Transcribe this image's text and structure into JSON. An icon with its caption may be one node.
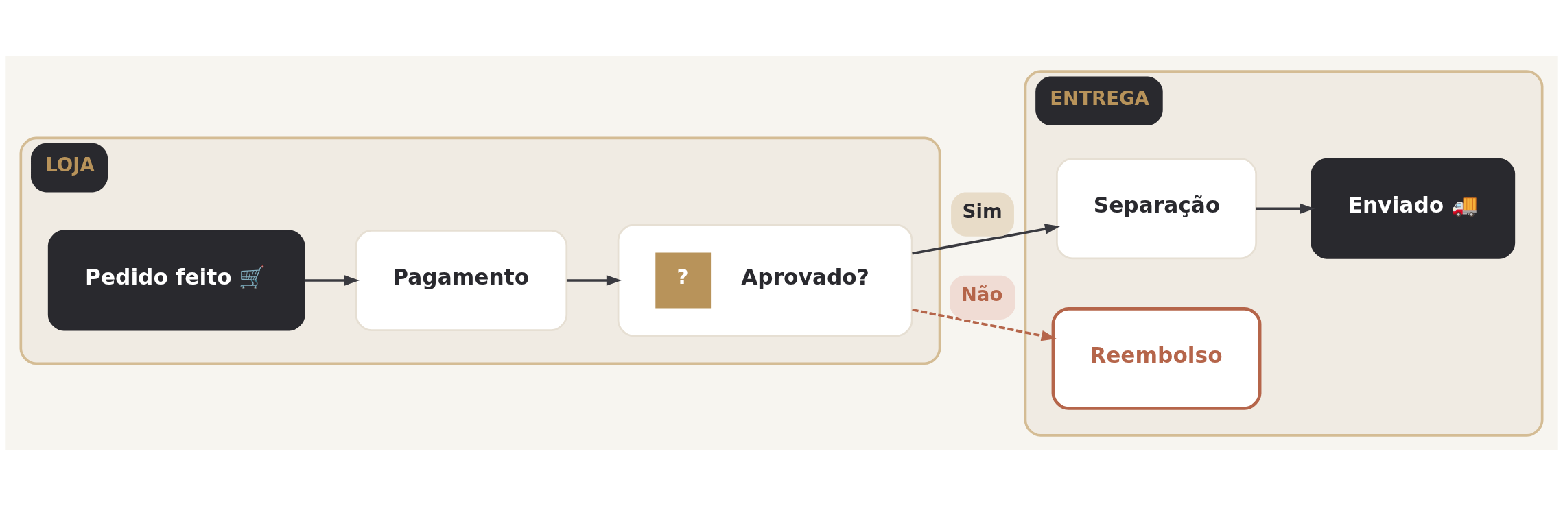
{
  "diagram": {
    "nodes": [
      {
        "text": [
          "LOJA"
        ]
      },
      {
        "text": [
          "Pedido feito 🛒"
        ],
        "in": 0
      },
      {
        "text": [
          "Pagamento"
        ],
        "in": 0
      },
      {
        "text": [
          "?",
          "Aprovado?"
        ],
        "in": 0
      },
      {
        "text": [
          "ENTREGA"
        ]
      },
      {
        "text": [
          "Separação"
        ],
        "in": 4
      },
      {
        "text": [
          "Enviado 🚚"
        ],
        "in": 4
      },
      {
        "text": [
          "Reembolso"
        ],
        "in": 4
      }
    ],
    "edges": [
      {
        "from": 1,
        "to": 2,
        "arrow": "to"
      },
      {
        "from": 2,
        "to": 3,
        "arrow": "to"
      },
      {
        "from": 3,
        "to": 5,
        "arrow": "to",
        "label": "Sim"
      },
      {
        "from": 3,
        "to": 7,
        "arrow": "to",
        "label": "Não",
        "style": "dashed",
        "color": "#b5654a"
      },
      {
        "from": 5,
        "to": 6,
        "arrow": "to"
      }
    ]
  }
}
